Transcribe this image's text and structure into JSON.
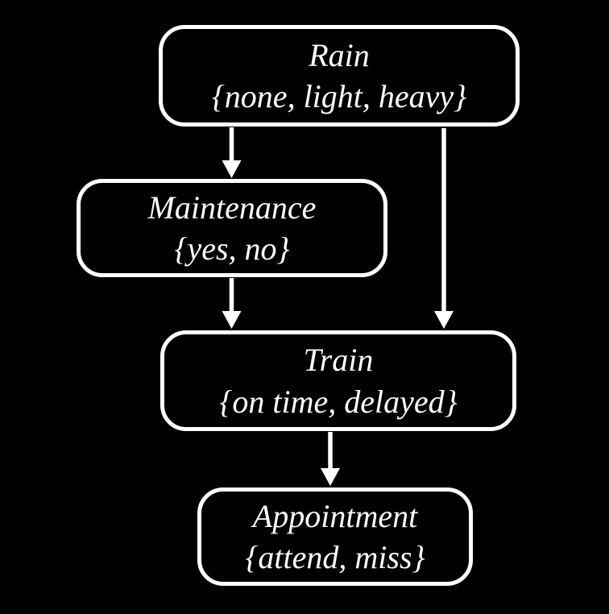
{
  "diagram": {
    "type": "bayesian-network",
    "colors": {
      "background": "#000000",
      "node_border": "#ffffff",
      "node_fill": "#000000",
      "text": "#ffffff",
      "arrow": "#ffffff"
    },
    "nodes": [
      {
        "id": "rain",
        "label": "Rain",
        "values": "{none, light, heavy}"
      },
      {
        "id": "maintenance",
        "label": "Maintenance",
        "values": "{yes, no}"
      },
      {
        "id": "train",
        "label": "Train",
        "values": "{on time, delayed}"
      },
      {
        "id": "appointment",
        "label": "Appointment",
        "values": "{attend, miss}"
      }
    ],
    "edges": [
      {
        "from": "Rain",
        "to": "Maintenance"
      },
      {
        "from": "Rain",
        "to": "Train"
      },
      {
        "from": "Maintenance",
        "to": "Train"
      },
      {
        "from": "Train",
        "to": "Appointment"
      }
    ]
  }
}
